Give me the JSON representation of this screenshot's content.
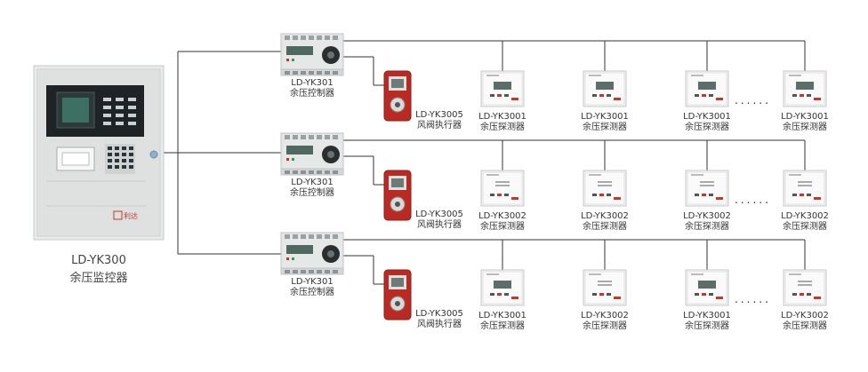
{
  "monitor": {
    "model": "LD-YK300",
    "name": "余压监控器",
    "brand": "利达"
  },
  "controller": {
    "model": "LD-YK301",
    "name": "余压控制器"
  },
  "actuator": {
    "model": "LD-YK3005",
    "name": "风阀执行器"
  },
  "detector_name": "余压探测器",
  "rows": [
    {
      "detectors": [
        "LD-YK3001",
        "LD-YK3001",
        "LD-YK3001",
        "LD-YK3001"
      ]
    },
    {
      "detectors": [
        "LD-YK3002",
        "LD-YK3002",
        "LD-YK3002",
        "LD-YK3002"
      ]
    },
    {
      "detectors": [
        "LD-YK3001",
        "LD-YK3002",
        "LD-YK3001",
        "LD-YK3002"
      ]
    }
  ],
  "ellipsis": "......",
  "colors": {
    "line": "#333333",
    "panel": "#e8e8e8",
    "actuator": "#b82a22"
  }
}
